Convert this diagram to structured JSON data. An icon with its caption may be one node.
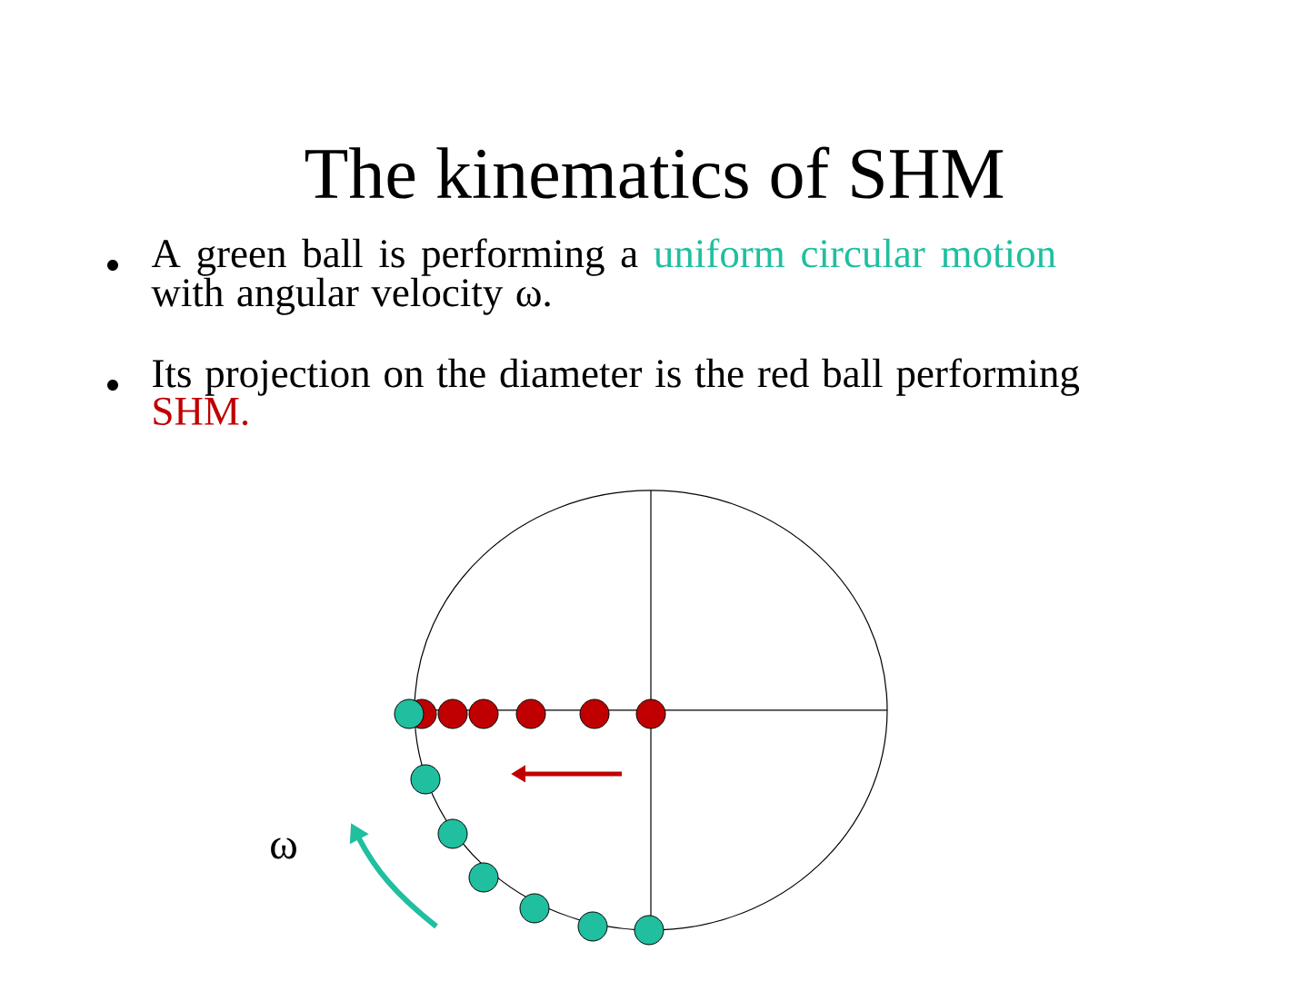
{
  "diagram": {
    "title": "The kinematics of SHM",
    "labels": [
      "A green ball is performing a",
      "uniform circular motion",
      "with angular velocity ω.",
      "Its projection on the diameter is the red ball performing",
      "SHM.",
      "ω"
    ]
  }
}
